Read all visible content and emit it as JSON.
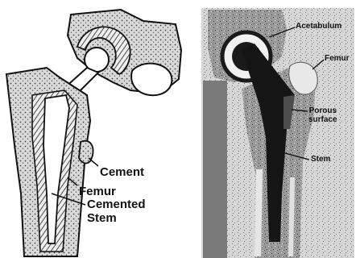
{
  "left_panel": {
    "labels": {
      "cement": "Cement",
      "femur": "Femur",
      "cemented_stem": "Cemented\nStem"
    }
  },
  "right_panel": {
    "labels": {
      "acetabulum": "Acetabulum",
      "femur": "Femur",
      "porous_surface": "Porous\nsurface",
      "stem": "Stem"
    }
  },
  "colors": {
    "ink": "#111111",
    "paper": "#ffffff",
    "xray_dark": "#1a1a1a",
    "xray_mid": "#6b6b6b",
    "bone_gray": "#cfcfcf"
  }
}
